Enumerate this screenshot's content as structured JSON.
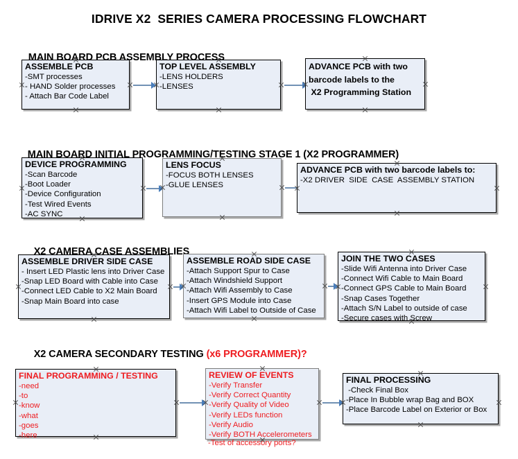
{
  "document": {
    "title": "IDRIVE X2  SERIES CAMERA PROCESSING FLOWCHART"
  },
  "colors": {
    "box_fill": "#e9eef7",
    "box_border": "#000000",
    "box_shadow": "#a8a8a8",
    "arrow": "#4a7ebb",
    "text": "#000000",
    "red_text": "#ee1c20",
    "background": "#ffffff"
  },
  "sections": [
    {
      "id": "pcb-assembly",
      "heading": "MAIN BOARD PCB ASSEMBLY PROCESS",
      "heading_red": "",
      "nodes": [
        {
          "id": "assemble-pcb",
          "title": "ASSEMBLE PCB",
          "title_lines": [
            "ASSEMBLE PCB"
          ],
          "lines": [
            "-SMT processes",
            "- HAND Solder processes",
            "- Attach Bar Code Label"
          ],
          "red": false
        },
        {
          "id": "top-level-assembly",
          "title": "TOP LEVEL ASSEMBLY",
          "title_lines": [
            "TOP LEVEL ASSEMBLY"
          ],
          "lines": [
            "-LENS HOLDERS",
            "-LENSES"
          ],
          "red": false
        },
        {
          "id": "advance-pcb-programming-station",
          "title": "ADVANCE PCB with two barcode labels to the X2 Programming Station",
          "title_lines": [
            "ADVANCE PCB with two",
            "barcode labels to the",
            " X2 Programming Station"
          ],
          "lines": [],
          "red": false
        }
      ]
    },
    {
      "id": "initial-programming",
      "heading": "MAIN BOARD INITIAL PROGRAMMING/TESTING STAGE 1 (X2 PROGRAMMER)",
      "heading_red": "",
      "nodes": [
        {
          "id": "device-programming",
          "title": "DEVICE PROGRAMMING",
          "title_lines": [
            "DEVICE PROGRAMMING"
          ],
          "lines": [
            "-Scan Barcode",
            "-Boot Loader",
            "-Device Configuration",
            "-Test Wired Events",
            "-AC SYNC"
          ],
          "red": false
        },
        {
          "id": "lens-focus",
          "title": "LENS FOCUS",
          "title_lines": [
            "LENS FOCUS"
          ],
          "lines": [
            "-FOCUS BOTH LENSES",
            "-GLUE LENSES"
          ],
          "red": false
        },
        {
          "id": "advance-pcb-driver-side-station",
          "title": "ADVANCE PCB with two barcode labels to:",
          "title_lines": [
            "ADVANCE PCB with two barcode labels to:"
          ],
          "lines": [
            "-X2 DRIVER  SIDE  CASE  ASSEMBLY STATION"
          ],
          "red": false
        }
      ]
    },
    {
      "id": "case-assemblies",
      "heading": "X2 CAMERA CASE ASSEMBLIES",
      "heading_red": "",
      "nodes": [
        {
          "id": "assemble-driver-side-case",
          "title": "ASSEMBLE DRIVER SIDE CASE",
          "title_lines": [
            "ASSEMBLE DRIVER SIDE CASE"
          ],
          "lines": [
            "- Insert LED Plastic lens into Driver Case",
            "-Snap LED Board with Cable into Case",
            "-Connect LED Cable to X2 Main Board",
            "-Snap Main Board into case"
          ],
          "red": false
        },
        {
          "id": "assemble-road-side-case",
          "title": "ASSEMBLE ROAD SIDE CASE",
          "title_lines": [
            "ASSEMBLE ROAD SIDE CASE"
          ],
          "lines": [
            "-Attach Support Spur to Case",
            "-Attach Windshield Support",
            "-Attach Wifi Assembly to Case",
            "-Insert GPS Module into Case",
            "-Attach Wifi Label to Outside of Case"
          ],
          "red": false
        },
        {
          "id": "join-the-two-cases",
          "title": "JOIN THE TWO CASES",
          "title_lines": [
            "JOIN THE TWO CASES"
          ],
          "lines": [
            "-Slide Wifi Antenna into Driver Case",
            "-Connect Wifi Cable to Main Board",
            "-Connect GPS Cable to Main Board",
            "-Snap Cases Together",
            "-Attach S/N Label to outside of case",
            "-Secure cases with Screw"
          ],
          "red": false
        }
      ]
    },
    {
      "id": "secondary-testing",
      "heading": "X2 CAMERA SECONDARY TESTING ",
      "heading_red": "(x6 PROGRAMMER)?",
      "nodes": [
        {
          "id": "final-programming-testing",
          "title": "FINAL PROGRAMMING / TESTING",
          "title_lines": [
            "FINAL PROGRAMMING / TESTING"
          ],
          "lines": [
            "-need",
            "-to",
            "-know",
            "-what",
            "-goes",
            "-here"
          ],
          "red": true
        },
        {
          "id": "review-of-events",
          "title": "REVIEW OF EVENTS",
          "title_lines": [
            "REVIEW OF EVENTS"
          ],
          "lines": [
            "-Verify Transfer",
            "-Verify Correct Quantity",
            "-Verify Quality of Video",
            "-Verify LEDs function",
            "-Verify Audio",
            "-Verify BOTH Accelerometers"
          ],
          "overflow_line": "-Test of accessory ports?",
          "red": true
        },
        {
          "id": "final-processing",
          "title": "FINAL PROCESSING",
          "title_lines": [
            "FINAL PROCESSING"
          ],
          "lines": [
            " -Check Final Box",
            "-Place In Bubble wrap Bag and BOX",
            "-Place Barcode Label on Exterior or Box"
          ],
          "red": false
        }
      ]
    }
  ]
}
